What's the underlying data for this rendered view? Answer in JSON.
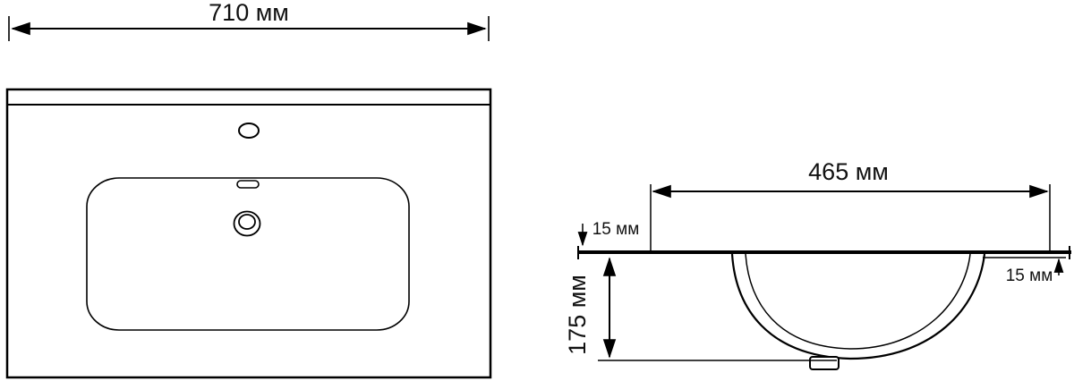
{
  "diagram": {
    "title": "washbasin-dimension-drawing",
    "top_view": {
      "width_label": "710 мм"
    },
    "side_view": {
      "bowl_width_label": "465 мм",
      "left_lip_label": "15 мм",
      "right_lip_label": "15 мм",
      "depth_label": "175 мм"
    },
    "colors": {
      "line": "#000000",
      "text": "#111111",
      "background": "#ffffff"
    }
  }
}
